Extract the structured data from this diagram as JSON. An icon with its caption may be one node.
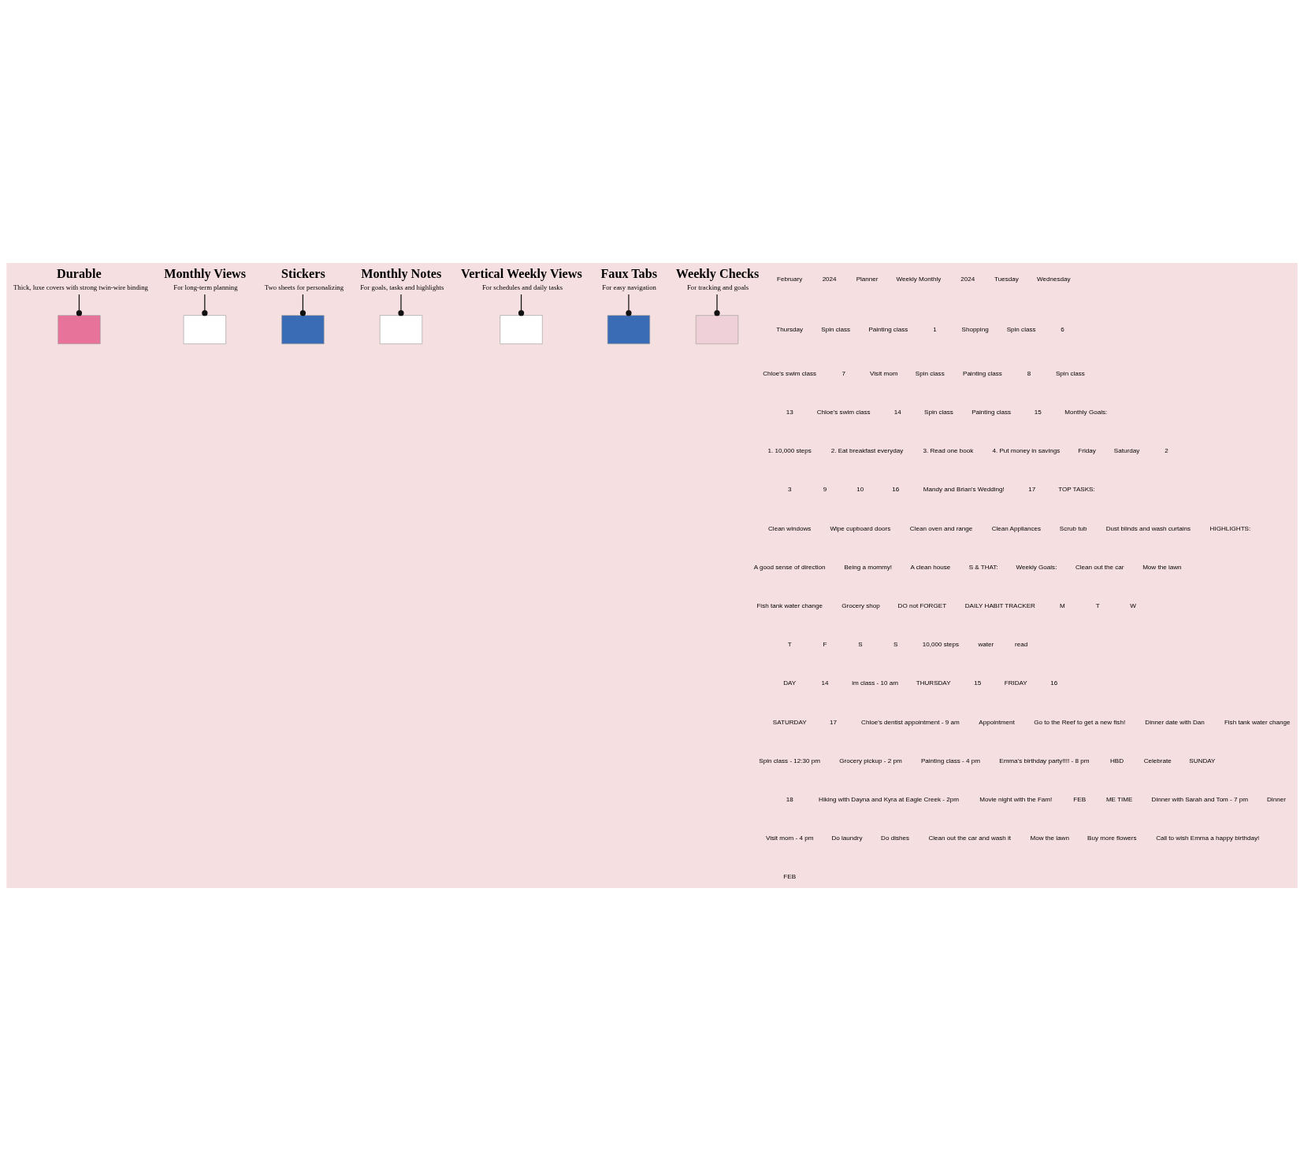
{
  "diagram": {
    "nodes": [
      {
        "text": [
          "Durable",
          "Thick, luxe covers with strong twin-wire binding"
        ]
      },
      {
        "text": [
          "Monthly Views",
          "For long-term planning"
        ]
      },
      {
        "text": [
          "Stickers",
          "Two sheets for personalizing"
        ]
      },
      {
        "text": [
          "Monthly Notes",
          "For goals, tasks and highlights"
        ]
      },
      {
        "text": [
          "Vertical Weekly Views",
          "For schedules and daily tasks"
        ]
      },
      {
        "text": [
          "Faux Tabs",
          "For easy navigation"
        ]
      },
      {
        "text": [
          "Weekly Checks",
          "For tracking and goals"
        ]
      },
      {
        "text": [],
        "shape": "box"
      },
      {
        "text": [],
        "shape": "box"
      },
      {
        "text": [],
        "shape": "box"
      },
      {
        "text": [],
        "shape": "box"
      },
      {
        "text": [],
        "shape": "box"
      },
      {
        "text": [],
        "shape": "box"
      },
      {
        "text": [],
        "shape": "box"
      }
    ],
    "edges": [
      {
        "from": 0,
        "to": 7,
        "arrow": "other"
      },
      {
        "from": 1,
        "to": 8,
        "arrow": "other"
      },
      {
        "from": 2,
        "to": 9,
        "arrow": "other"
      },
      {
        "from": 3,
        "to": 10,
        "arrow": "other"
      },
      {
        "from": 4,
        "to": 11,
        "arrow": "other"
      },
      {
        "from": 5,
        "to": 12,
        "arrow": "other"
      },
      {
        "from": 6,
        "to": 13,
        "arrow": "other"
      }
    ],
    "labels": [
      "February",
      "2024",
      "Planner",
      "Weekly Monthly",
      "2024",
      "Tuesday",
      "Wednesday",
      "Thursday",
      "Spin class",
      "Painting class",
      "1",
      "Shopping",
      "Spin class",
      "6",
      "Chloe's swim class",
      "7",
      "Visit mom",
      "Spin class",
      "Painting class",
      "8",
      "Spin class",
      "13",
      "Chloe's swim class",
      "14",
      "Spin class",
      "Painting class",
      "15",
      "Monthly Goals:",
      "1. 10,000 steps",
      "2. Eat breakfast everyday",
      "3. Read one book",
      "4. Put money in savings",
      "Friday",
      "Saturday",
      "2",
      "3",
      "9",
      "10",
      "16",
      "Mandy and Brian's Wedding!",
      "17",
      "TOP TASKS:",
      "Clean windows",
      "Wipe cupboard doors",
      "Clean oven and range",
      "Clean Appliances",
      "Scrub tub",
      "Dust blinds and wash curtains",
      "HIGHLIGHTS:",
      "A good sense of direction",
      "Being a mommy!",
      "A clean house",
      "S & THAT:",
      "Weekly Goals:",
      "Clean out the car",
      "Mow the lawn",
      "Fish tank water change",
      "Grocery shop",
      "DO not FORGET",
      "DAILY HABIT TRACKER",
      "M",
      "T",
      "W",
      "T",
      "F",
      "S",
      "S",
      "10,000 steps",
      "water",
      "read",
      "DAY",
      "14",
      "im class - 10 am",
      "THURSDAY",
      "15",
      "FRIDAY",
      "16",
      "SATURDAY",
      "17",
      "Chloe's dentist appointment - 9 am",
      "Appointment",
      "Go to the Reef to get a new fish!",
      "Dinner date with Dan",
      "Fish tank water change",
      "Spin class - 12:30 pm",
      "Grocery pickup - 2 pm",
      "Painting class - 4 pm",
      "Emma's birthday party!!!! - 8 pm",
      "HBD",
      "Celebrate",
      "SUNDAY",
      "18",
      "Hiking with Dayna and Kyra at Eagle Creek - 2pm",
      "Movie night with the Fam!",
      "FEB",
      "ME TIME",
      "Dinner with Sarah and Tom - 7 pm",
      "Dinner",
      "Visit mom - 4 pm",
      "Do laundry",
      "Do dishes",
      "Clean out the car and wash it",
      "Mow the lawn",
      "Buy more flowers",
      "Call to wish Emma a happy birthday!",
      "FEB"
    ]
  }
}
